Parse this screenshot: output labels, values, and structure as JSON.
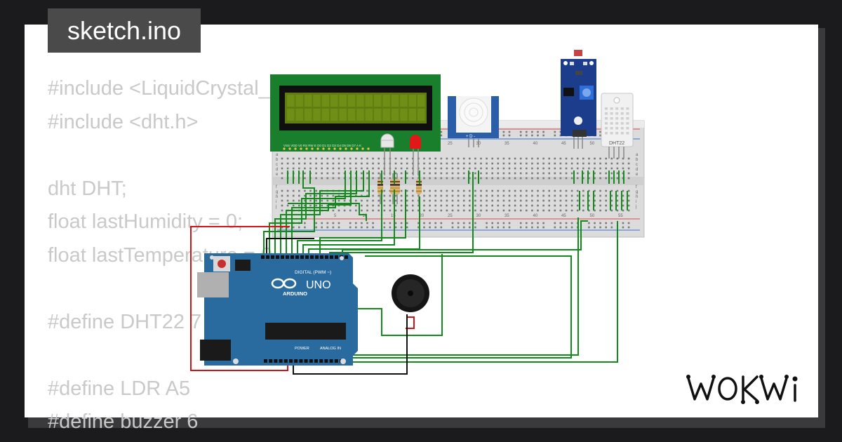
{
  "tab": {
    "filename": "sketch.ino"
  },
  "code_lines": [
    "#include <LiquidCrystal_I2C.h>",
    "#include <dht.h>",
    "",
    "dht DHT;",
    "float lastHumidity = 0;",
    "float lastTemperature = 0;",
    "",
    "#define DHT22 7",
    "",
    "#define LDR A5",
    "#define buzzer 6"
  ],
  "arduino": {
    "brand": "ARDUINO",
    "model": "UNO",
    "digital_header": "DIGITAL (PWM ~)",
    "analog_header": "ANALOG IN",
    "power_header": "POWER"
  },
  "sensor": {
    "label": "DHT22"
  },
  "pir": {
    "label": "+ D -"
  },
  "breadboard": {
    "col_numbers": [
      "5",
      "10",
      "15",
      "20",
      "25",
      "30",
      "35",
      "40",
      "45",
      "50",
      "55"
    ],
    "row_letters_top": [
      "a",
      "b",
      "c",
      "d",
      "e"
    ],
    "row_letters_bottom": [
      "f",
      "g",
      "h",
      "i",
      "j"
    ]
  },
  "lcd": {
    "pin_labels": "VSS VDD V0 RS RW E D0 D1 D2 D3 D4 D5 D6 D7 A K"
  },
  "logo": {
    "text": "WOKWi",
    "brand": "wokwi-logo"
  },
  "colors": {
    "wire_green": "#128a1c",
    "wire_red": "#d41414",
    "wire_black": "#111111",
    "arduino_blue": "#2a6b9f",
    "lcd_green": "#1a7f2c"
  }
}
